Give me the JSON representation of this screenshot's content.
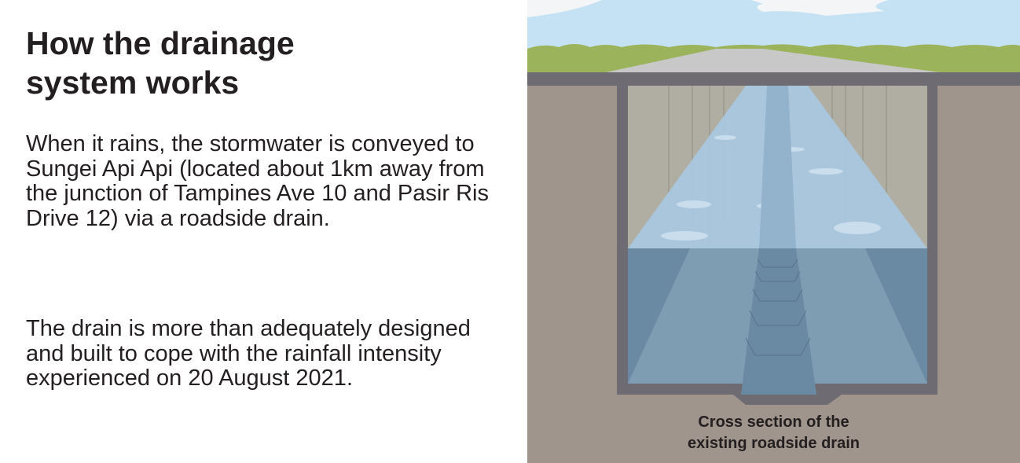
{
  "heading": {
    "line1": "How the drainage",
    "line2": "system works"
  },
  "paragraphs": [
    "When it rains, the stormwater is conveyed to Sungei Api Api (located about 1km away from the junction of Tampines Ave 10 and Pasir Ris Drive 12) via a roadside drain.",
    "The drain is more than adequately designed and built to cope with the rainfall intensity experienced on 20 August 2021."
  ],
  "illustration": {
    "caption": {
      "line1": "Cross section of the",
      "line2": "existing roadside drain"
    },
    "colors": {
      "sky": "#c5e2f4",
      "grass": "#9bb35a",
      "road": "#c8c8c8",
      "concrete": "#6e6c72",
      "soil": "#a0958c",
      "wall": "#b0aea2",
      "water_surface": "#a9c7e0",
      "water_deep": "#6a8aa3"
    }
  }
}
